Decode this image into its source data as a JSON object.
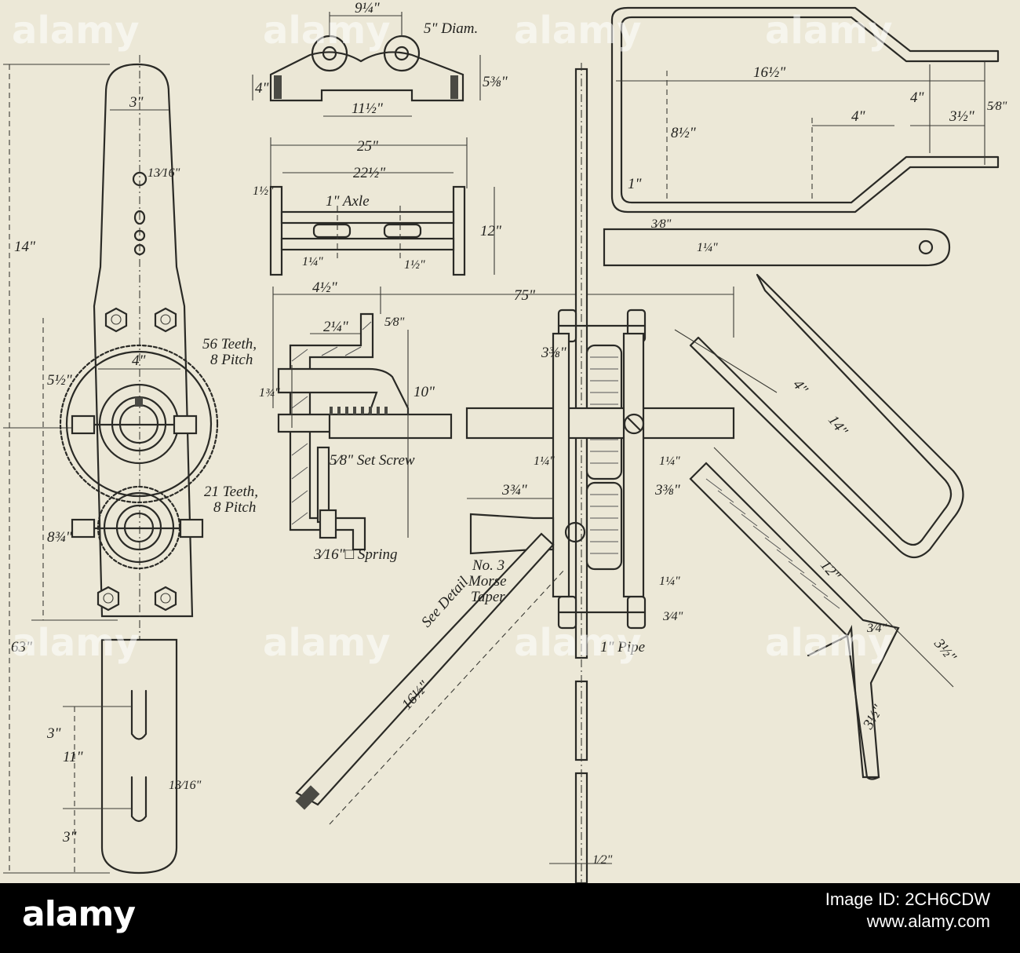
{
  "drawing": {
    "labels": {
      "l_9q": "9¼\"",
      "l_5diam": "5\" Diam.",
      "l_4a": "4\"",
      "l_5s8": "5⅜\"",
      "l_11h": "11½\"",
      "l_16h": "16½\"",
      "l_8h": "8½\"",
      "l_4b": "4\"",
      "l_4c": "4\"",
      "l_3h": "3½\"",
      "l_5e": "5⁄8\"",
      "l_1a": "1\"",
      "l_3e": "3⁄8\"",
      "l_1q": "1¼\"",
      "l_3top": "3\"",
      "l_13_16": "13⁄16\"",
      "l_14": "14\"",
      "l_25": "25\"",
      "l_22h": "22½\"",
      "l_1h_a": "1½\"",
      "l_axle": "1\" Axle",
      "l_12a": "12\"",
      "l_1q_b": "1¼\"",
      "l_1h_b": "1½\"",
      "l_4h": "4½\"",
      "l_75": "75\"",
      "l_2q": "2¼\"",
      "l_5e_b": "5⁄8\"",
      "l_10": "10\"",
      "l_1_3_4": "1¾\"",
      "l_56": "56 Teeth,",
      "l_8p": "8 Pitch",
      "l_5h": "5½\"",
      "l_4d": "4\"",
      "l_setscrew": "5⁄8\" Set Screw",
      "l_21": "21 Teeth,",
      "l_8p2": "8 Pitch",
      "l_8q": "8¾\"",
      "l_spring": "3⁄16\"□ Spring",
      "l_3_3_8": "3⅜\"",
      "l_1q_c": "1¼\"",
      "l_1q_d": "1¼\"",
      "l_3_3_4": "3¾\"",
      "l_3_3_8b": "3⅜\"",
      "l_no3": "No. 3",
      "l_morse": "Morse",
      "l_taper": "Taper",
      "l_1q_e": "1¼\"",
      "l_3_4": "3⁄4\"",
      "l_pipe": "1\" Pipe",
      "l_seedetail": "See Detail",
      "l_16h_b": "16½\"",
      "l_14b": "14\"",
      "l_12b": "12\"",
      "l_4e": "4\"",
      "l_3q": "3⁄4\"",
      "l_3h_b": "3½\"",
      "l_3h_c": "3½\"",
      "l_1h_c": "1⁄2\"",
      "l_11": "11\"",
      "l_13_16b": "13⁄16\"",
      "l_3bot": "3\"",
      "l_63": "63\"",
      "l_3f": "3\""
    },
    "watermark": "alamy"
  },
  "footer": {
    "brand": "alamy",
    "image_id": "Image ID: 2CH6CDW",
    "url": "www.alamy.com"
  }
}
